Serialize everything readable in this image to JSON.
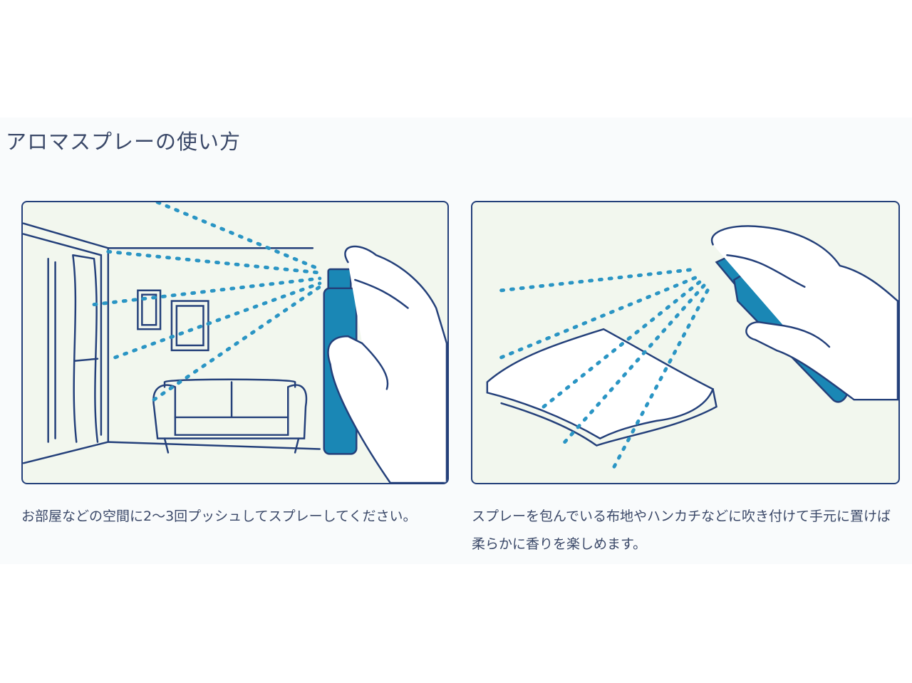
{
  "section": {
    "title": "アロマスプレーの使い方"
  },
  "steps": [
    {
      "caption": "お部屋などの空間に2〜3回プッシュしてスプレーしてください。",
      "illustration": "room-spray-illustration"
    },
    {
      "caption": "スプレーを包んでいる布地やハンカチなどに吹き付けて手元に置けば柔らかに香りを楽しめます。",
      "illustration": "cloth-spray-illustration"
    }
  ],
  "colors": {
    "line": "#24407a",
    "bottle": "#1a87b5",
    "mist": "#2a95c4",
    "panel_bg": "#f2f7ee",
    "text": "#3a4868"
  }
}
